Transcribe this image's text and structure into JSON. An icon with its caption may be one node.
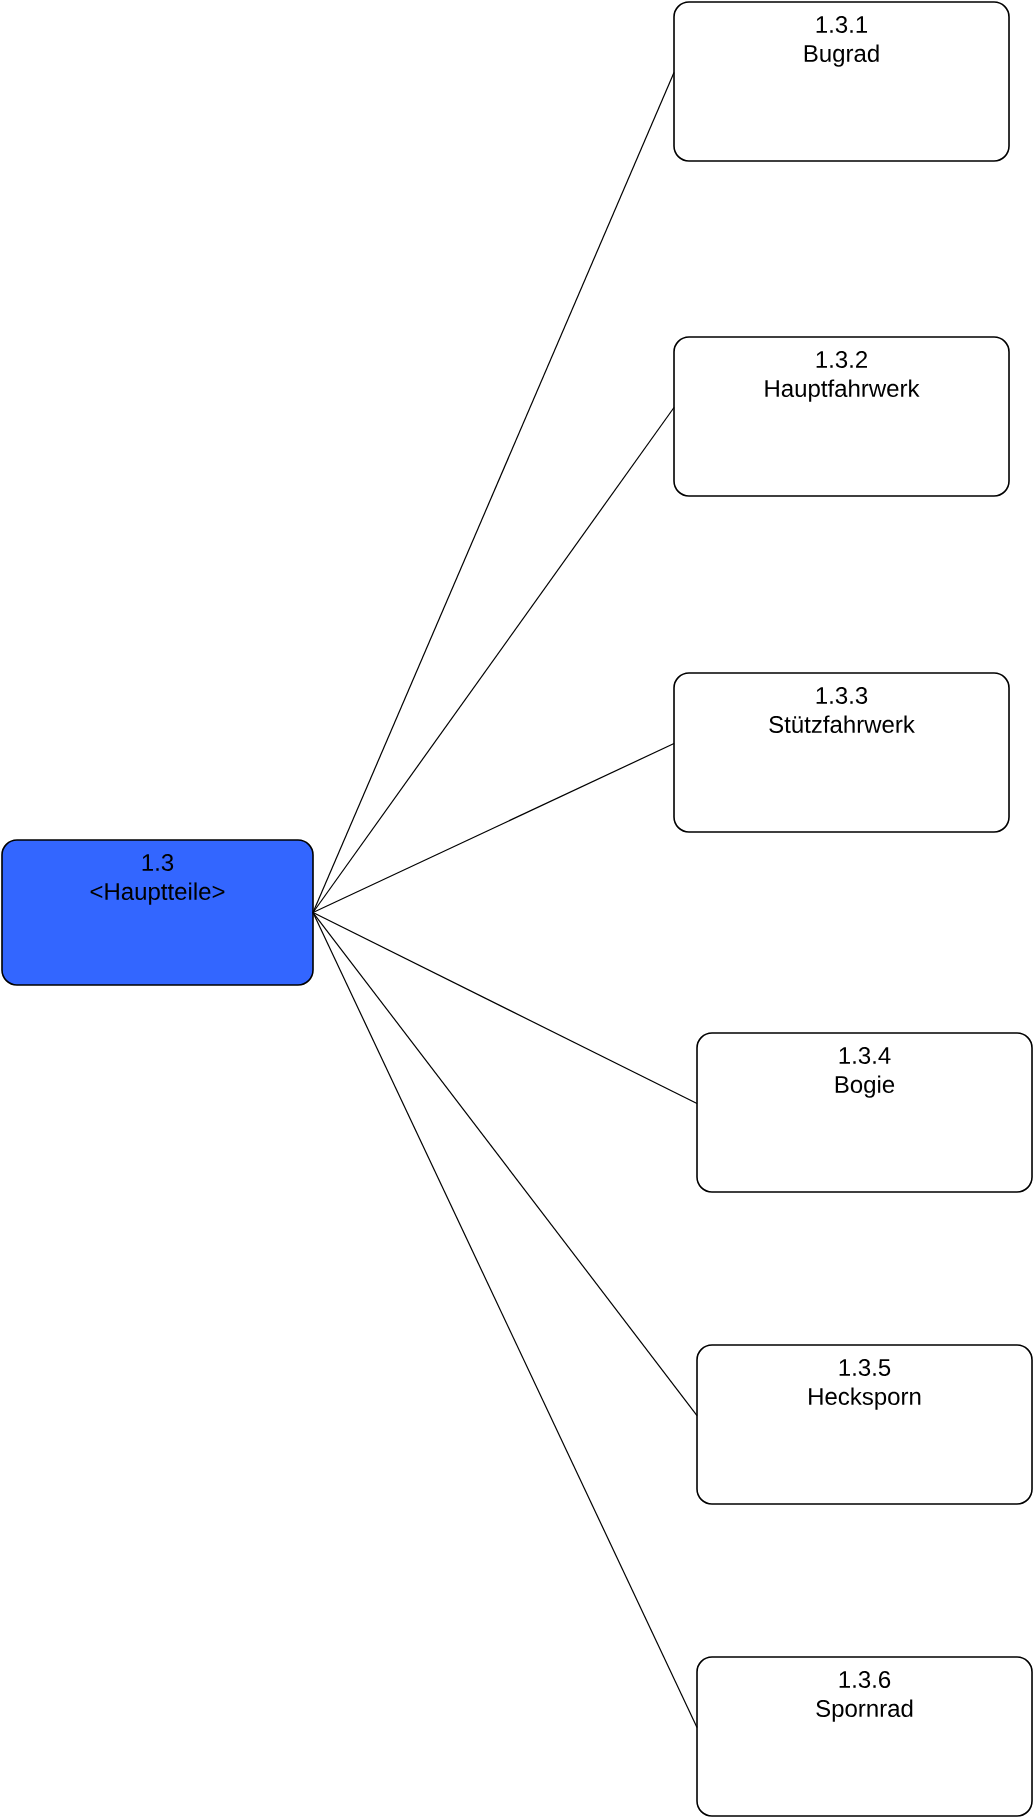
{
  "diagram": {
    "nodes": [
      {
        "text": [
          "1.3",
          "<Hauptteile>"
        ]
      },
      {
        "text": [
          "1.3.1",
          "Bugrad"
        ]
      },
      {
        "text": [
          "1.3.2",
          "Hauptfahrwerk"
        ]
      },
      {
        "text": [
          "1.3.3",
          "Stützfahrwerk"
        ]
      },
      {
        "text": [
          "1.3.4",
          "Bogie"
        ]
      },
      {
        "text": [
          "1.3.5",
          "Hecksporn"
        ]
      },
      {
        "text": [
          "1.3.6",
          "Spornrad"
        ]
      }
    ],
    "edges": [
      {
        "from": 0,
        "to": 1,
        "arrow": "none"
      },
      {
        "from": 0,
        "to": 2,
        "arrow": "none"
      },
      {
        "from": 0,
        "to": 3,
        "arrow": "none"
      },
      {
        "from": 0,
        "to": 4,
        "arrow": "none"
      },
      {
        "from": 0,
        "to": 5,
        "arrow": "none"
      },
      {
        "from": 0,
        "to": 6,
        "arrow": "none"
      }
    ]
  }
}
